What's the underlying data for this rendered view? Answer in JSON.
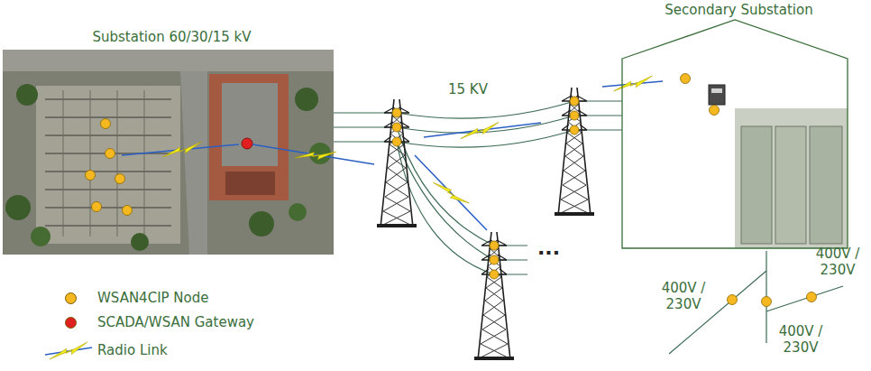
{
  "diagram": {
    "nodes": [
      {
        "text": [
          "Substation 60/30/15 kV"
        ]
      },
      {
        "text": [
          "Secondary Substation"
        ]
      }
    ],
    "labels": [
      "15 KV",
      "...",
      "400V / 230V",
      "400V / 230V",
      "400V / 230V"
    ],
    "legend": [
      {
        "text": "WSAN4CIP Node",
        "color": "#f5b820"
      },
      {
        "text": "SCADA/WSAN Gateway",
        "color": "#e02020"
      },
      {
        "text": "Radio Link"
      }
    ]
  }
}
